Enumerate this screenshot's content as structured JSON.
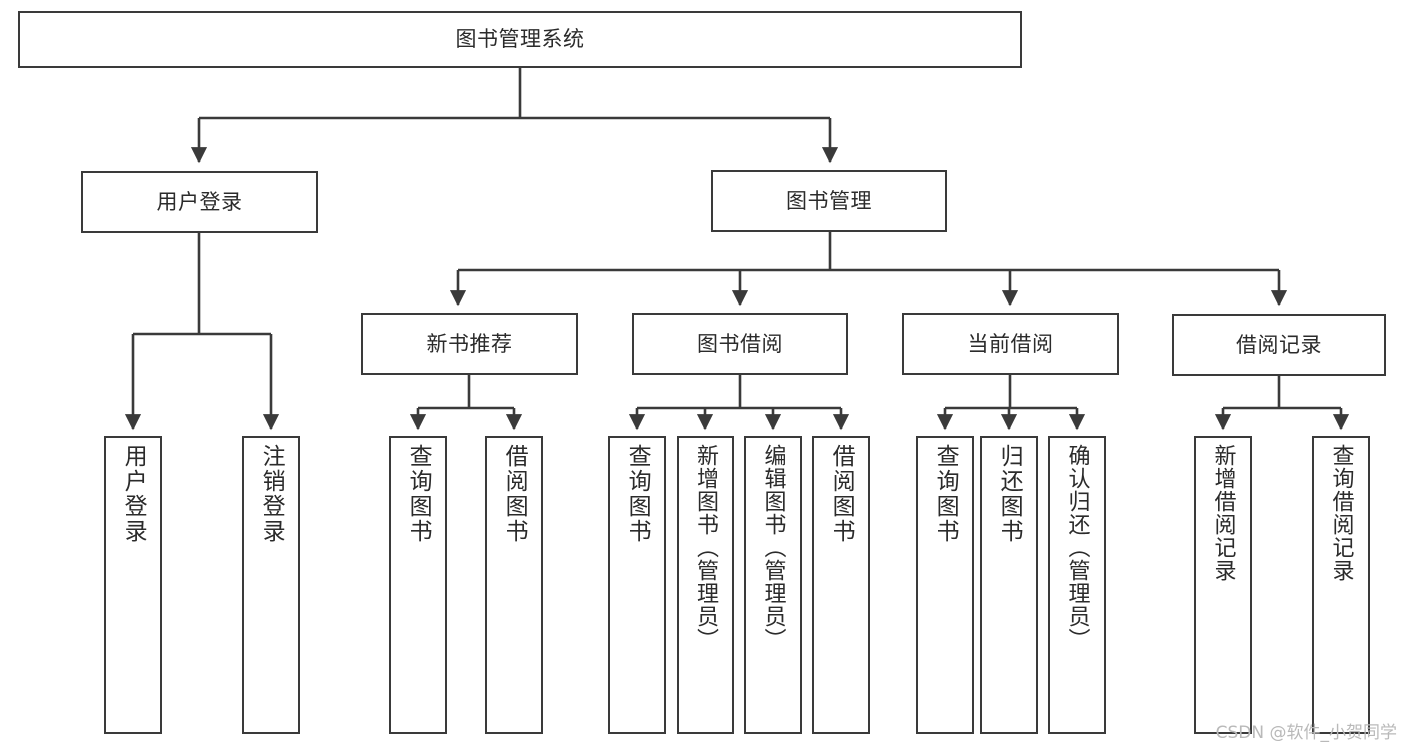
{
  "diagram": {
    "title": "图书管理系统",
    "type": "tree",
    "watermark": "CSDN @软件_小贺同学",
    "colors": {
      "box_border": "#3a3a3a",
      "box_fill": "#ffffff",
      "line": "#3a3a3a",
      "text": "#2b2b2b",
      "watermark": "#b9b9b9",
      "background": "#ffffff"
    },
    "nodes": {
      "root": {
        "label": "图书管理系统"
      },
      "level2": [
        {
          "id": "user-login",
          "label": "用户登录"
        },
        {
          "id": "book-manage",
          "label": "图书管理"
        }
      ],
      "level3": [
        {
          "id": "new-book-recommend",
          "label": "新书推荐"
        },
        {
          "id": "book-borrow",
          "label": "图书借阅"
        },
        {
          "id": "current-borrow",
          "label": "当前借阅"
        },
        {
          "id": "borrow-record",
          "label": "借阅记录"
        }
      ],
      "leaves": {
        "user-login": [
          {
            "id": "leaf-user-login",
            "label": "用户登录"
          },
          {
            "id": "leaf-logout-login",
            "label": "注销登录"
          }
        ],
        "new-book-recommend": [
          {
            "id": "leaf-query-book-1",
            "label": "查询图书"
          },
          {
            "id": "leaf-borrow-book-1",
            "label": "借阅图书"
          }
        ],
        "book-borrow": [
          {
            "id": "leaf-query-book-2",
            "label": "查询图书"
          },
          {
            "id": "leaf-add-book",
            "label": "新增图书（管理员）"
          },
          {
            "id": "leaf-edit-book",
            "label": "编辑图书（管理员）"
          },
          {
            "id": "leaf-borrow-book-2",
            "label": "借阅图书"
          }
        ],
        "current-borrow": [
          {
            "id": "leaf-query-book-3",
            "label": "查询图书"
          },
          {
            "id": "leaf-return-book",
            "label": "归还图书"
          },
          {
            "id": "leaf-confirm-return",
            "label": "确认归还（管理员）"
          }
        ],
        "borrow-record": [
          {
            "id": "leaf-add-record",
            "label": "新增借阅记录"
          },
          {
            "id": "leaf-query-record",
            "label": "查询借阅记录"
          }
        ]
      }
    }
  }
}
